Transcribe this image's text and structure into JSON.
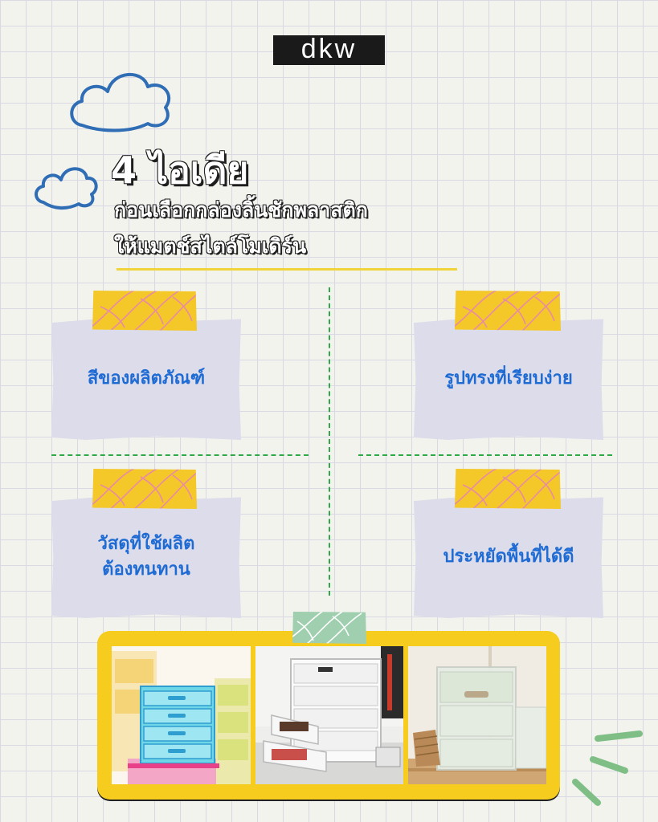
{
  "brand": {
    "logo_text": "dkw"
  },
  "header": {
    "title": "4 ไอเดีย",
    "subtitle_line1": "ก่อนเลือกกล่องลิ้นชักพลาสติก",
    "subtitle_line2": "ให้แมตช์สไตล์โมเดิร์น"
  },
  "ideas": [
    {
      "label": "สีของผลิตภัณฑ์"
    },
    {
      "label": "รูปทรงที่เรียบง่าย"
    },
    {
      "label_line1": "วัสดุที่ใช้ผลิต",
      "label_line2": "ต้องทนทาน"
    },
    {
      "label": "ประหยัดพื้นที่ได้ดี"
    }
  ],
  "colors": {
    "accent_blue": "#1f6bd4",
    "card_bg": "#dcdcea",
    "tape_yellow": "#f3c828",
    "tape_green": "#9fcfae",
    "frame_yellow": "#f6cd1f",
    "divider_green": "#2fa84a",
    "cloud_outline": "#2f6db5"
  },
  "icons": [
    "cloud-icon",
    "cloud-icon",
    "sparkle-lines-icon"
  ]
}
